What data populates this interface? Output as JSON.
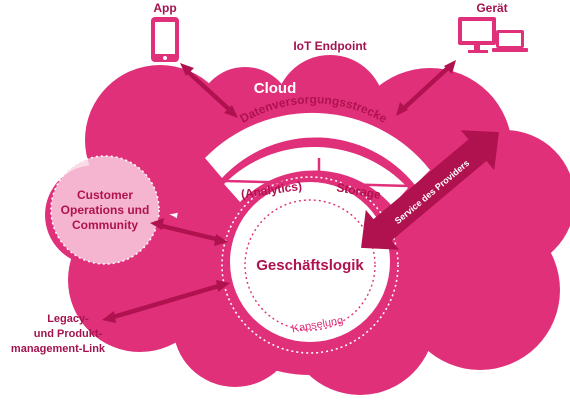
{
  "labels": {
    "app": "App",
    "device": "Gerät",
    "iot_endpoint": "IoT Endpoint",
    "cloud": "Cloud",
    "data_supply_chain": "Datenversorgungsstrecke",
    "analytics": "(Analytics)",
    "storage": "Storage",
    "customer_ops_line1": "Customer",
    "customer_ops_line2": "Operations und",
    "customer_ops_line3": "Community",
    "business_logic": "Geschäftslogik",
    "encapsulation": "Kapselung",
    "provider_service": "Service des Providers",
    "legacy_line1": "Legacy-",
    "legacy_line2": "und Produkt-",
    "legacy_line3": "management-Link"
  },
  "colors": {
    "cloud": "#e0307a",
    "accent": "#a3134f",
    "arrow": "#b0114f",
    "customer_circle": "#f7c9dc",
    "white": "#ffffff"
  },
  "icons": {
    "app": "smartphone-icon",
    "device": "computer-and-laptop-icon"
  }
}
